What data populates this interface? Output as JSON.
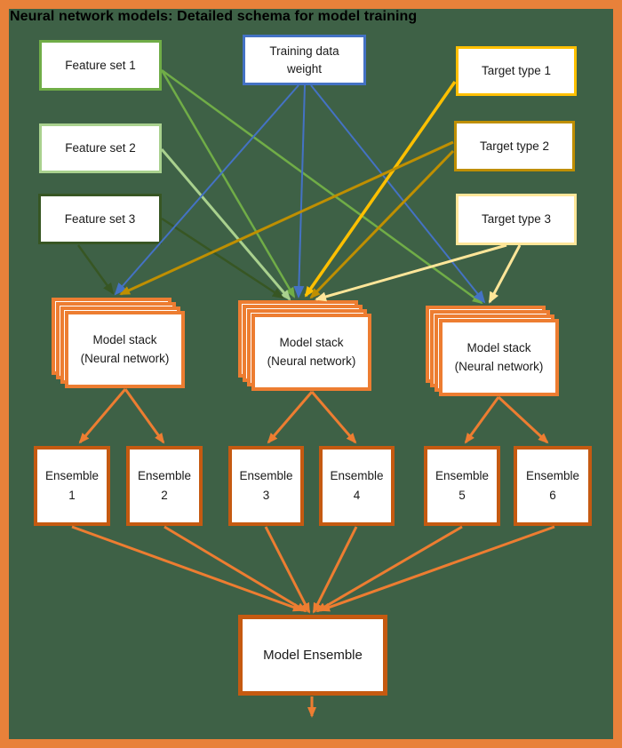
{
  "title": "Neural network models: Detailed schema for model training",
  "palette": {
    "frame_orange": "#E8813A",
    "background_green": "#3E6146",
    "stack_border_orange": "#ED7D31",
    "deep_orange": "#C55A11",
    "arrow_orange": "#ED7D31",
    "blue": "#4472C4",
    "green": "#70AD47",
    "light_green": "#A9D18E",
    "dark_green": "#375623",
    "gold": "#FFC000",
    "dark_yellow": "#BF8F00",
    "pale_yellow": "#FFE699"
  },
  "nodes": {
    "feature_sets": [
      {
        "label": "Feature set 1",
        "border": "#70AD47"
      },
      {
        "label": "Feature set 2",
        "border": "#A9D18E"
      },
      {
        "label": "Feature set 3",
        "border": "#375623"
      }
    ],
    "training_weight": {
      "label": "Training data weight",
      "border": "#4472C4"
    },
    "target_types": [
      {
        "label": "Target type 1",
        "border": "#FFC000"
      },
      {
        "label": "Target type 2",
        "border": "#BF8F00"
      },
      {
        "label": "Target type 3",
        "border": "#FFE699"
      }
    ],
    "model_stacks": [
      {
        "line1": "Model stack",
        "line2": "(Neural network)"
      },
      {
        "line1": "Model stack",
        "line2": "(Neural network)"
      },
      {
        "line1": "Model stack",
        "line2": "(Neural network)"
      }
    ],
    "ensembles": [
      {
        "line1": "Ensemble",
        "line2": "1"
      },
      {
        "line1": "Ensemble",
        "line2": "2"
      },
      {
        "line1": "Ensemble",
        "line2": "3"
      },
      {
        "line1": "Ensemble",
        "line2": "4"
      },
      {
        "line1": "Ensemble",
        "line2": "5"
      },
      {
        "line1": "Ensemble",
        "line2": "6"
      }
    ],
    "model_ensemble": {
      "label": "Model Ensemble"
    }
  },
  "edges": [
    {
      "from": "feature-set-1",
      "to": "model-stack-2",
      "color": "#70AD47"
    },
    {
      "from": "feature-set-1",
      "to": "model-stack-3",
      "color": "#70AD47"
    },
    {
      "from": "feature-set-2",
      "to": "model-stack-2",
      "color": "#A9D18E"
    },
    {
      "from": "feature-set-3",
      "to": "model-stack-1",
      "color": "#375623"
    },
    {
      "from": "feature-set-3",
      "to": "model-stack-2",
      "color": "#375623"
    },
    {
      "from": "training-data-weight",
      "to": "model-stack-1",
      "color": "#4472C4"
    },
    {
      "from": "training-data-weight",
      "to": "model-stack-2",
      "color": "#4472C4"
    },
    {
      "from": "training-data-weight",
      "to": "model-stack-3",
      "color": "#4472C4"
    },
    {
      "from": "target-type-1",
      "to": "model-stack-2",
      "color": "#FFC000"
    },
    {
      "from": "target-type-2",
      "to": "model-stack-1",
      "color": "#BF8F00"
    },
    {
      "from": "target-type-2",
      "to": "model-stack-2",
      "color": "#BF8F00"
    },
    {
      "from": "target-type-3",
      "to": "model-stack-2",
      "color": "#FFE699"
    },
    {
      "from": "target-type-3",
      "to": "model-stack-3",
      "color": "#FFE699"
    },
    {
      "from": "model-stack-1",
      "to": "ensemble-1",
      "color": "#ED7D31"
    },
    {
      "from": "model-stack-1",
      "to": "ensemble-2",
      "color": "#ED7D31"
    },
    {
      "from": "model-stack-2",
      "to": "ensemble-3",
      "color": "#ED7D31"
    },
    {
      "from": "model-stack-2",
      "to": "ensemble-4",
      "color": "#ED7D31"
    },
    {
      "from": "model-stack-3",
      "to": "ensemble-5",
      "color": "#ED7D31"
    },
    {
      "from": "model-stack-3",
      "to": "ensemble-6",
      "color": "#ED7D31"
    },
    {
      "from": "ensemble-1",
      "to": "model-ensemble",
      "color": "#ED7D31"
    },
    {
      "from": "ensemble-2",
      "to": "model-ensemble",
      "color": "#ED7D31"
    },
    {
      "from": "ensemble-3",
      "to": "model-ensemble",
      "color": "#ED7D31"
    },
    {
      "from": "ensemble-4",
      "to": "model-ensemble",
      "color": "#ED7D31"
    },
    {
      "from": "ensemble-5",
      "to": "model-ensemble",
      "color": "#ED7D31"
    },
    {
      "from": "ensemble-6",
      "to": "model-ensemble",
      "color": "#ED7D31"
    },
    {
      "from": "model-ensemble",
      "to": "output",
      "color": "#ED7D31"
    }
  ]
}
